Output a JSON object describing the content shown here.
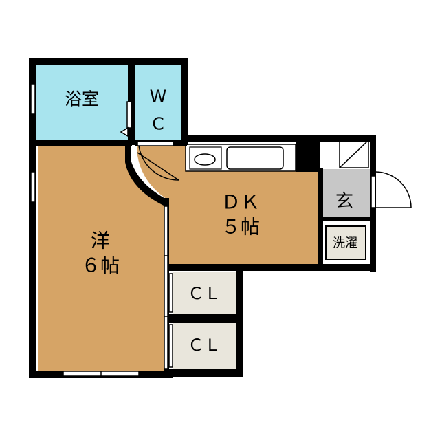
{
  "colors": {
    "wall": "#000000",
    "background": "#ffffff",
    "bath": "#a8e4ee",
    "wc": "#a8e4ee",
    "western_room": "#d6a466",
    "dining_kitchen": "#d6a466",
    "closet": "#e9e6dc",
    "entrance": "#c7c7c7",
    "laundry": "#e9e6dc",
    "kitchen_counter": "#ffffff"
  },
  "rooms": {
    "bath": {
      "label": "浴室"
    },
    "wc": {
      "line1": "W",
      "line2": "C"
    },
    "western": {
      "line1": "洋",
      "line2": "６帖"
    },
    "dk": {
      "line1": "ＤＫ",
      "line2": "５帖"
    },
    "entrance": {
      "label": "玄"
    },
    "laundry": {
      "label": "洗濯"
    },
    "closet1": {
      "label": "ＣＬ"
    },
    "closet2": {
      "label": "ＣＬ"
    }
  }
}
